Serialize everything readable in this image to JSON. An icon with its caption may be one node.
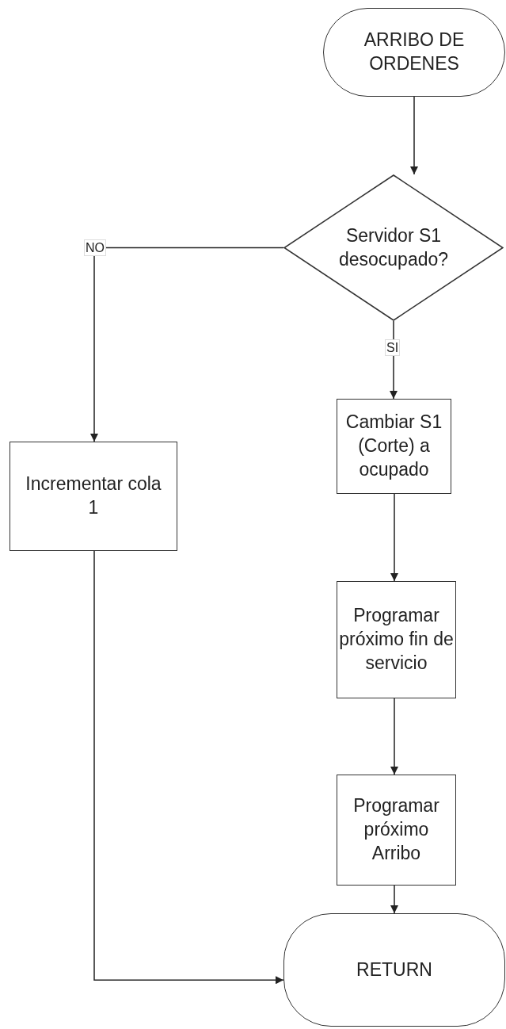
{
  "diagram": {
    "nodes": [
      {
        "text": [
          "ARRIBO DE ORDENES"
        ]
      },
      {
        "text": [
          "Servidor S1 desocupado?"
        ]
      },
      {
        "text": [
          "Cambiar S1 (Corte) a ocupado"
        ]
      },
      {
        "text": [
          "Incrementar cola 1"
        ]
      },
      {
        "text": [
          "Programar próximo fin de servicio"
        ]
      },
      {
        "text": [
          "Programar próximo Arribo"
        ]
      },
      {
        "text": [
          "RETURN"
        ]
      }
    ],
    "edges": [
      {
        "from": 0,
        "to": 1,
        "arrow": "to"
      },
      {
        "from": 1,
        "to": 2,
        "arrow": "to",
        "label": "SI"
      },
      {
        "from": 1,
        "to": 3,
        "arrow": "to",
        "label": "NO"
      },
      {
        "from": 2,
        "to": 4,
        "arrow": "to"
      },
      {
        "from": 4,
        "to": 5,
        "arrow": "to"
      },
      {
        "from": 5,
        "to": 6,
        "arrow": "to"
      },
      {
        "from": 3,
        "to": 6,
        "arrow": "to"
      }
    ]
  }
}
